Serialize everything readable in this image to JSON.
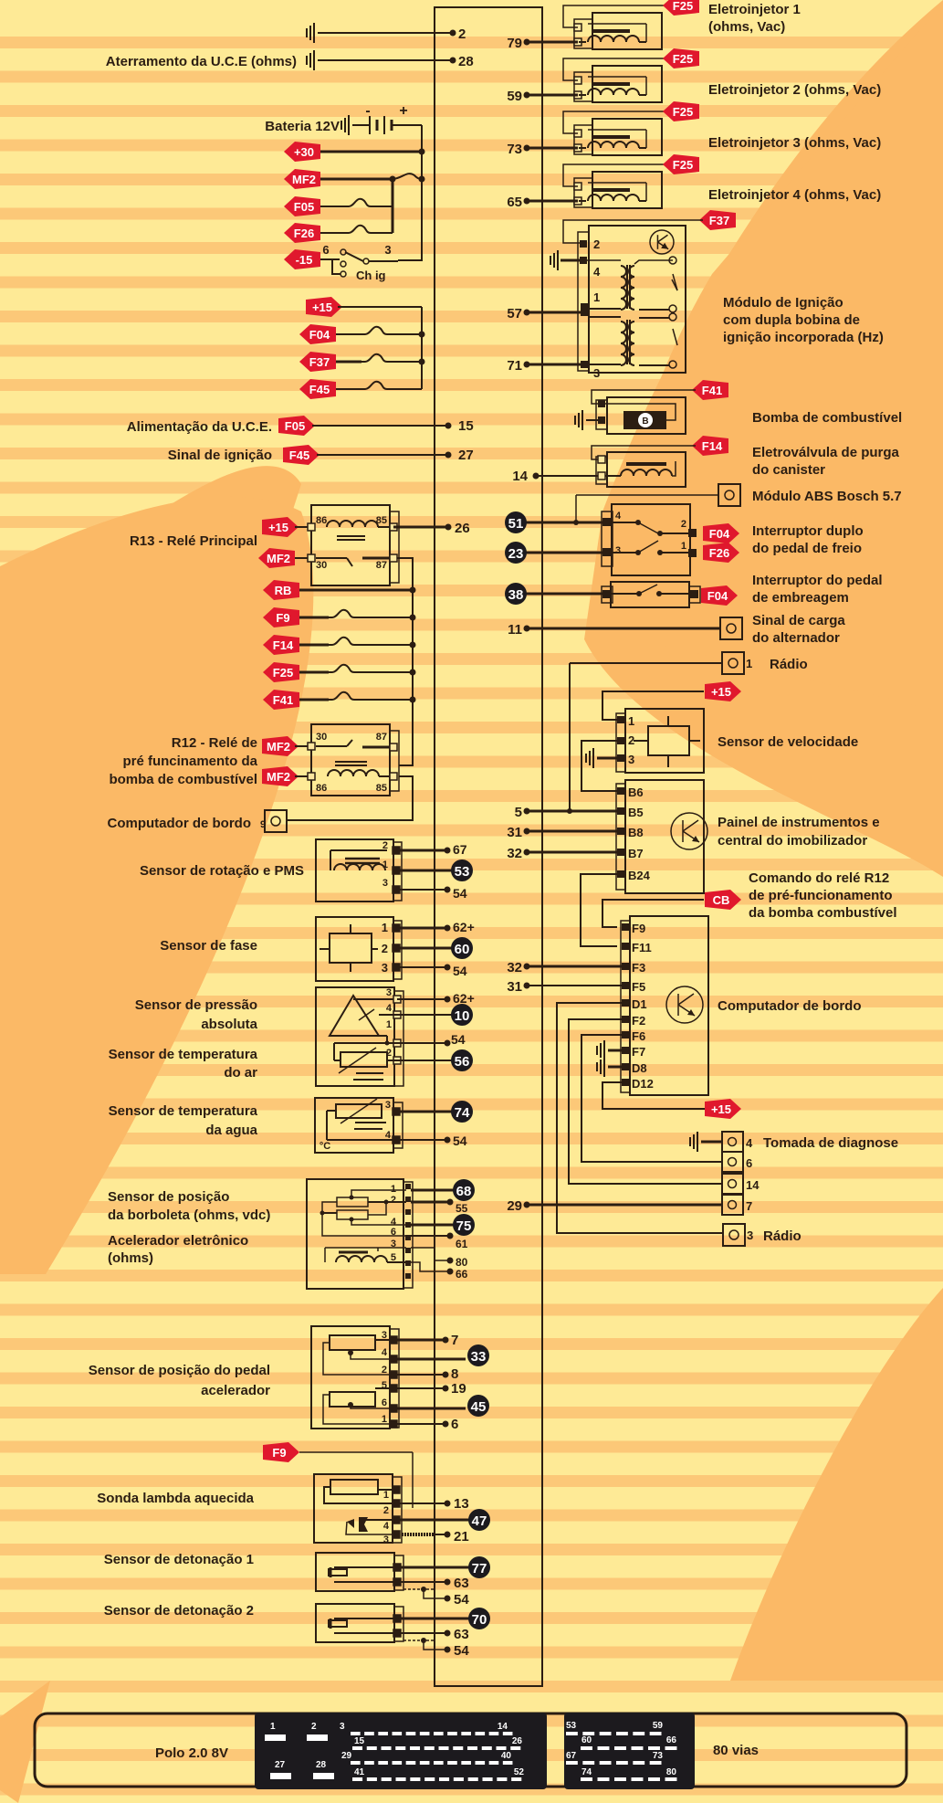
{
  "colors": {
    "bg": "#feea96",
    "stripe": "#fcc878",
    "shape": "#fbb966",
    "wire": "#2b1d12",
    "tag": "#e0182d",
    "circle": "#1c1a1e"
  },
  "ecu": {
    "model": "Polo 2.0 8V",
    "pins_total": "80 vias"
  },
  "left_labels": [
    {
      "id": "ground",
      "text": "Aterramento da U.C.E (ohms)"
    },
    {
      "id": "battery",
      "text": "Bateria 12V"
    },
    {
      "id": "ign_switch",
      "text": "Ch ig"
    },
    {
      "id": "supply",
      "text": "Alimentação da U.C.E."
    },
    {
      "id": "ign_signal",
      "text": "Sinal de ignição"
    },
    {
      "id": "r13",
      "text": "R13 -  Relé Principal"
    },
    {
      "id": "r12a",
      "text": "R12 -  Relé  de"
    },
    {
      "id": "r12b",
      "text": "pré funcinamento da"
    },
    {
      "id": "r12c",
      "text": "bomba de combustível"
    },
    {
      "id": "trip",
      "text": "Computador de bordo"
    },
    {
      "id": "rpm",
      "text": "Sensor de rotação e PMS"
    },
    {
      "id": "phase",
      "text": "Sensor de fase"
    },
    {
      "id": "map1",
      "text": "Sensor de pressão"
    },
    {
      "id": "map2",
      "text": "absoluta"
    },
    {
      "id": "iat1",
      "text": "Sensor de temperatura"
    },
    {
      "id": "iat2",
      "text": "do ar"
    },
    {
      "id": "ect1",
      "text": "Sensor de temperatura"
    },
    {
      "id": "ect2",
      "text": "da agua"
    },
    {
      "id": "tps1",
      "text": "Sensor de posição"
    },
    {
      "id": "tps2",
      "text": "da borboleta (ohms, vdc)"
    },
    {
      "id": "etb1",
      "text": "Acelerador eletrônico"
    },
    {
      "id": "etb2",
      "text": "(ohms)"
    },
    {
      "id": "app1",
      "text": "Sensor de posição do pedal"
    },
    {
      "id": "app2",
      "text": "acelerador"
    },
    {
      "id": "lambda",
      "text": "Sonda lambda aquecida"
    },
    {
      "id": "knock1",
      "text": "Sensor de detonação 1"
    },
    {
      "id": "knock2",
      "text": "Sensor de detonação 2"
    }
  ],
  "right_labels": [
    {
      "id": "inj1a",
      "text": "Eletroinjetor 1"
    },
    {
      "id": "inj1b",
      "text": "(ohms, Vac)"
    },
    {
      "id": "inj2",
      "text": "Eletroinjetor 2 (ohms, Vac)"
    },
    {
      "id": "inj3",
      "text": "Eletroinjetor 3 (ohms, Vac)"
    },
    {
      "id": "inj4",
      "text": "Eletroinjetor 4 (ohms, Vac)"
    },
    {
      "id": "ignmod1",
      "text": "Módulo de Ignição"
    },
    {
      "id": "ignmod2",
      "text": "com dupla bobina de"
    },
    {
      "id": "ignmod3",
      "text": "ignição incorporada (Hz)"
    },
    {
      "id": "pump",
      "text": "Bomba de combustível"
    },
    {
      "id": "purge1",
      "text": "Eletroválvula de purga"
    },
    {
      "id": "purge2",
      "text": "do canister"
    },
    {
      "id": "abs",
      "text": "Módulo ABS Bosch 5.7"
    },
    {
      "id": "brake1",
      "text": "Interruptor duplo"
    },
    {
      "id": "brake2",
      "text": "do pedal de freio"
    },
    {
      "id": "clutch1",
      "text": "Interruptor do pedal"
    },
    {
      "id": "clutch2",
      "text": "de embreagem"
    },
    {
      "id": "alt1",
      "text": "Sinal de carga"
    },
    {
      "id": "alt2",
      "text": "do alternador"
    },
    {
      "id": "radio1",
      "text": "Rádio"
    },
    {
      "id": "vss",
      "text": "Sensor de velocidade"
    },
    {
      "id": "dash1",
      "text": "Painel de instrumentos e"
    },
    {
      "id": "dash2",
      "text": "central do imobilizador"
    },
    {
      "id": "cmd1",
      "text": "Comando do relé R12"
    },
    {
      "id": "cmd2",
      "text": "de pré-funcionamento"
    },
    {
      "id": "cmd3",
      "text": "da bomba combustível"
    },
    {
      "id": "trip2",
      "text": "Computador de bordo"
    },
    {
      "id": "diag",
      "text": "Tomada de diagnose"
    },
    {
      "id": "radio2",
      "text": "Rádio"
    }
  ],
  "tags": [
    {
      "t": "+30"
    },
    {
      "t": "MF2"
    },
    {
      "t": "F05"
    },
    {
      "t": "F26"
    },
    {
      "t": "-15"
    },
    {
      "t": "+15"
    },
    {
      "t": "F04"
    },
    {
      "t": "F37"
    },
    {
      "t": "F45"
    },
    {
      "t": "F05"
    },
    {
      "t": "F45"
    },
    {
      "t": "+15"
    },
    {
      "t": "MF2"
    },
    {
      "t": "RB"
    },
    {
      "t": "F9"
    },
    {
      "t": "F14"
    },
    {
      "t": "F25"
    },
    {
      "t": "F41"
    },
    {
      "t": "MF2"
    },
    {
      "t": "MF2"
    },
    {
      "t": "F9"
    },
    {
      "t": "F25"
    },
    {
      "t": "F25"
    },
    {
      "t": "F25"
    },
    {
      "t": "F25"
    },
    {
      "t": "F37"
    },
    {
      "t": "F41"
    },
    {
      "t": "F14"
    },
    {
      "t": "F04"
    },
    {
      "t": "F26"
    },
    {
      "t": "F04"
    },
    {
      "t": "+15"
    },
    {
      "t": "CB"
    },
    {
      "t": "+15"
    }
  ],
  "left_pins": [
    "2",
    "28",
    "15",
    "27",
    "26",
    "67",
    "54",
    "62+",
    "54",
    "62+",
    "54",
    "54",
    "55",
    "61",
    "80",
    "66",
    "7",
    "8",
    "19",
    "6",
    "13",
    "21",
    "63",
    "54",
    "63",
    "54"
  ],
  "left_circles": [
    "53",
    "60",
    "10",
    "56",
    "74",
    "68",
    "75",
    "33",
    "45",
    "47",
    "77",
    "70"
  ],
  "right_pins": [
    "79",
    "59",
    "73",
    "65",
    "57",
    "71",
    "14",
    "11",
    "5",
    "31",
    "32",
    "32",
    "31",
    "29"
  ],
  "right_circles": [
    "51",
    "23",
    "38"
  ],
  "relay_pins": {
    "r13": [
      "86",
      "85",
      "30",
      "87"
    ],
    "r12": [
      "30",
      "87",
      "86",
      "85"
    ]
  },
  "module_pins": {
    "ign": [
      "2",
      "4",
      "1",
      "3"
    ],
    "vss": [
      "1",
      "2",
      "3"
    ],
    "dash": [
      "B6",
      "B5",
      "B8",
      "B7",
      "B24"
    ],
    "trip": [
      "F9",
      "F11",
      "F3",
      "F5",
      "D1",
      "F2",
      "F6",
      "F7",
      "D8",
      "D12"
    ],
    "diag": [
      "4",
      "6",
      "14",
      "7"
    ],
    "radio1": "1",
    "radio2": "3",
    "trip_left": "9",
    "brake": [
      "4",
      "2",
      "3",
      "1"
    ],
    "switch": [
      "6",
      "3"
    ],
    "rpm": [
      "2",
      "1",
      "3"
    ],
    "phase": [
      "1",
      "2",
      "3"
    ],
    "map": [
      "3",
      "4",
      "1",
      "2"
    ],
    "ect": [
      "3",
      "4"
    ],
    "tps": [
      "1",
      "2",
      "4",
      "6",
      "3",
      "5"
    ],
    "app": [
      "3",
      "4",
      "2",
      "5",
      "6",
      "1"
    ],
    "lambda": [
      "1",
      "2",
      "4",
      "3"
    ],
    "pump_glyph": "B",
    "deg": "°C"
  },
  "connector": {
    "block1": {
      "top": [
        "1",
        "2",
        "3",
        "14"
      ],
      "r2": [
        "15",
        "26"
      ],
      "bottom": [
        "27",
        "28",
        "29",
        "40"
      ],
      "r4": [
        "41",
        "52"
      ]
    },
    "block2": {
      "r1": [
        "53",
        "59"
      ],
      "r2": [
        "60",
        "66"
      ],
      "r3": [
        "67",
        "73"
      ],
      "r4": [
        "74",
        "80"
      ]
    }
  }
}
